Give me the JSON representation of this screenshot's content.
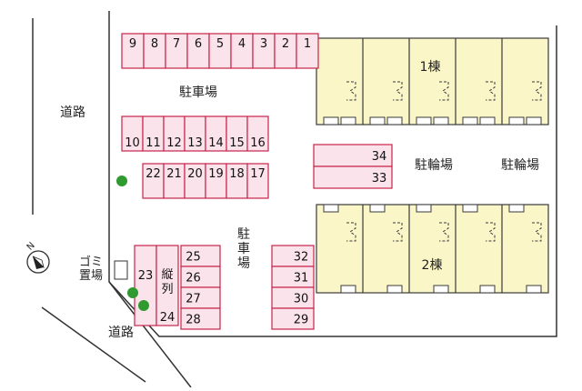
{
  "colors": {
    "parking_fill": "#fbe3ec",
    "parking_stroke": "#c8234a",
    "building_fill": "#fbf6c8",
    "building_stroke": "#3a3a3a",
    "tree": "#2f9a2f",
    "boundary": "#333333"
  },
  "labels": {
    "road_left": "道路",
    "road_bottom": "道路",
    "parking_top": "駐車場",
    "parking_center": [
      "駐",
      "車",
      "場"
    ],
    "garbage": [
      "ゴミ",
      "置場"
    ],
    "bicycle_left": "駐輪場",
    "bicycle_right": "駐輪場",
    "building1": "1棟",
    "building2": "2棟",
    "tandem": [
      "縦",
      "列"
    ],
    "north": "N"
  },
  "parking": {
    "top_row": [
      "9",
      "8",
      "7",
      "6",
      "5",
      "4",
      "3",
      "2",
      "1"
    ],
    "middle_row": [
      "10",
      "11",
      "12",
      "13",
      "14",
      "15",
      "16"
    ],
    "lower_row": [
      "22",
      "21",
      "20",
      "19",
      "18",
      "17"
    ],
    "right_stack": [
      "34",
      "33"
    ],
    "left_col": [
      "25",
      "26",
      "27",
      "28"
    ],
    "tandem_top": "23",
    "tandem_bottom": "24",
    "right_col": [
      "32",
      "31",
      "30",
      "29"
    ]
  }
}
